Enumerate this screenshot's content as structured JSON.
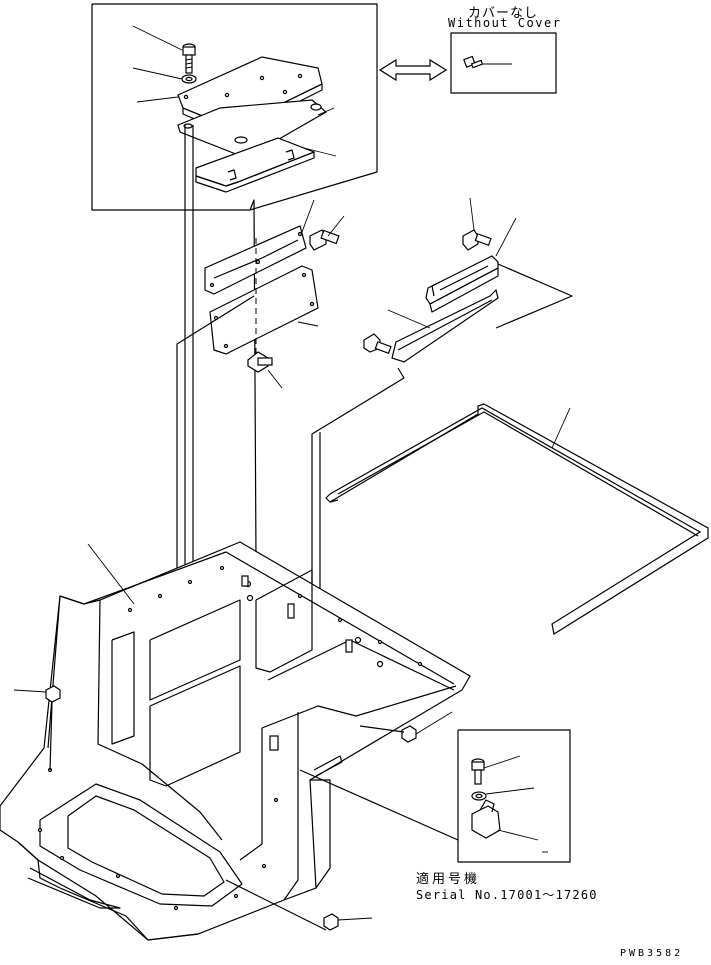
{
  "annotations": {
    "without_cover_jp": "カバーなし",
    "without_cover_en": "Without Cover",
    "serial_jp": "適用号機",
    "serial_en": "Serial No.17001～17260",
    "drawing_number": "PWB3582"
  }
}
